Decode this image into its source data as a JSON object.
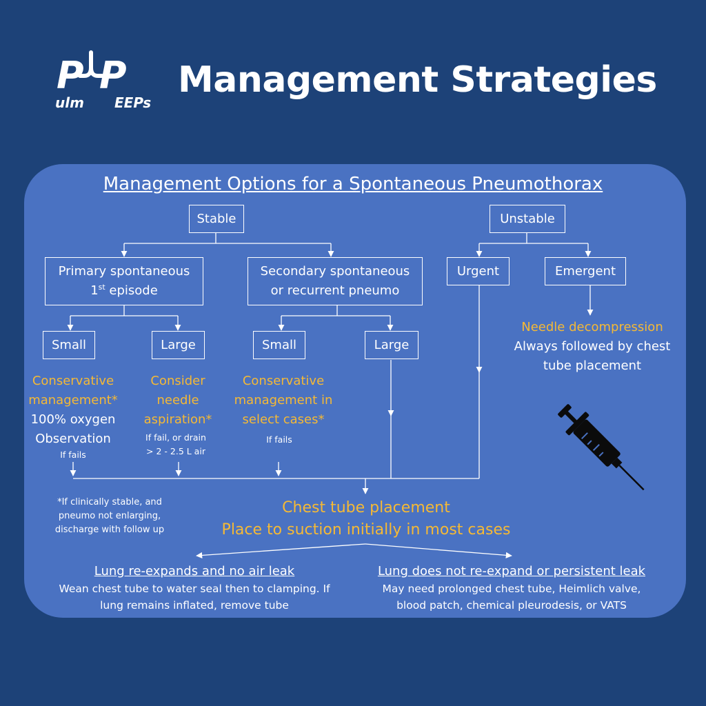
{
  "header": {
    "logo_text": "Pulm PEEPs",
    "title": "Management Strategies"
  },
  "diagram": {
    "title": "Management Options for a Spontaneous Pneumothorax",
    "stable": "Stable",
    "unstable": "Unstable",
    "primary_line1": "Primary spontaneous",
    "primary_line2_num": "1",
    "primary_line2_sup": "st",
    "primary_line2_rest": " episode",
    "secondary_line1": "Secondary spontaneous",
    "secondary_line2": "or recurrent pneumo",
    "urgent": "Urgent",
    "emergent": "Emergent",
    "small": "Small",
    "large": "Large",
    "primary_small_text": [
      "Conservative",
      "management*"
    ],
    "primary_small_white": [
      "100% oxygen",
      "Observation"
    ],
    "primary_small_fail": "If fails",
    "primary_large_text": [
      "Consider",
      "needle",
      "aspiration*"
    ],
    "primary_large_fail": [
      "If fail, or drain",
      "> 2 - 2.5 L air"
    ],
    "secondary_small_text": [
      "Conservative",
      "management in",
      "select cases*"
    ],
    "secondary_small_fail": "If fails",
    "emergent_text": "Needle decompression",
    "emergent_followup": [
      "Always followed by chest",
      "tube placement"
    ],
    "footnote": [
      "*If clinically stable, and",
      "pneumo not enlarging,",
      "discharge with follow up"
    ],
    "chest_tube": "Chest tube placement",
    "chest_tube_sub": "Place to suction initially in most cases",
    "outcome_left_title": "Lung re-expands and no air leak",
    "outcome_left_text": [
      "Wean chest tube to water seal then to clamping. If",
      "lung remains inflated, remove tube"
    ],
    "outcome_right_title": "Lung does not re-expand or persistent leak",
    "outcome_right_text": [
      "May need prolonged chest tube, Heimlich valve,",
      "blood patch, chemical pleurodesis, or VATS"
    ]
  },
  "icons": {
    "syringe": "syringe-icon",
    "logo": "pulm-peeps-logo"
  },
  "colors": {
    "background": "#1d4278",
    "panel": "#4a72c2",
    "accent": "#f5b935",
    "text": "#ffffff"
  }
}
